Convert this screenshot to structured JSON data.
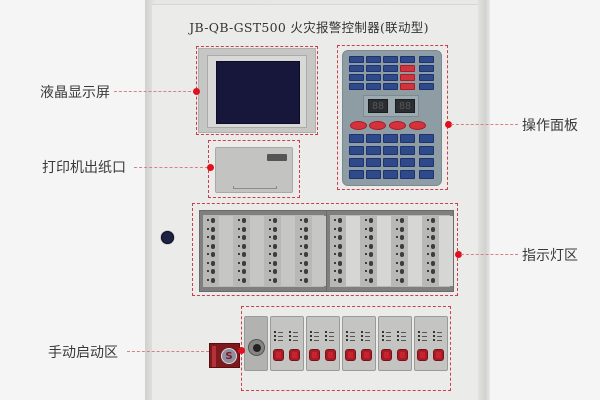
{
  "device": {
    "title": "JB-QB-GST500 火灾报警控制器(联动型)",
    "model": "JB-QB-GST500",
    "name": "火灾报警控制器(联动型)"
  },
  "callouts": {
    "lcd": "液晶显示屏",
    "printer": "打印机出纸口",
    "operation_panel": "操作面板",
    "indicator_area": "指示灯区",
    "manual_start_area": "手动启动区"
  },
  "operation_panel": {
    "display_left": "88",
    "display_right": "88",
    "top_keys_rows": 4,
    "top_keys_cols": 5,
    "red_keys_column": 4,
    "oval_buttons": 4,
    "bottom_keys_rows": 4,
    "bottom_keys_cols": 5
  },
  "manual_start": {
    "key_switch_symbol": "S",
    "module_count": 5,
    "buttons_per_module": 2
  },
  "indicator": {
    "module_count": 2,
    "columns_per_module": 4,
    "leds_per_column": 8
  },
  "colors": {
    "callout_dot": "#e0101c",
    "dashed_border": "#c9404a",
    "lcd_screen": "#17173c",
    "panel_key_blue": "#2f4a8a",
    "panel_key_red": "#d2343d",
    "manual_button_red": "#c62530",
    "key_switch_red": "#7c1a1e"
  }
}
